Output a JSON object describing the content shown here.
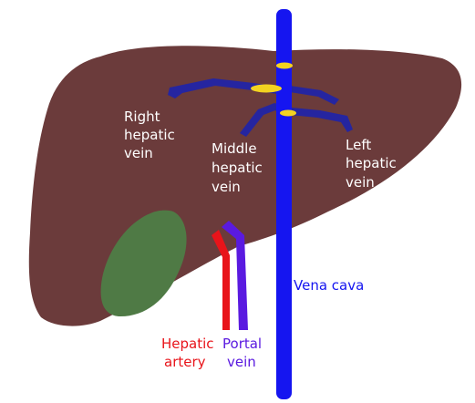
{
  "labels": {
    "right_hepatic_vein": [
      "Right",
      "hepatic",
      "vein"
    ],
    "middle_hepatic_vein": [
      "Middle",
      "hepatic",
      "vein"
    ],
    "left_hepatic_vein": [
      "Left",
      "hepatic",
      "vein"
    ],
    "vena_cava": "Vena cava",
    "hepatic_artery": [
      "Hepatic",
      "artery"
    ],
    "portal_vein": [
      "Portal",
      "vein"
    ]
  },
  "colors": {
    "liver": "#6b3b3b",
    "gallbladder": "#4f7a45",
    "vena_cava": "#1515f0",
    "hepatic_veins": "#2525a0",
    "valve": "#f3d321",
    "hepatic_artery": "#e8141a",
    "portal_vein": "#5a1ae0",
    "label_text": "#ffffff"
  }
}
